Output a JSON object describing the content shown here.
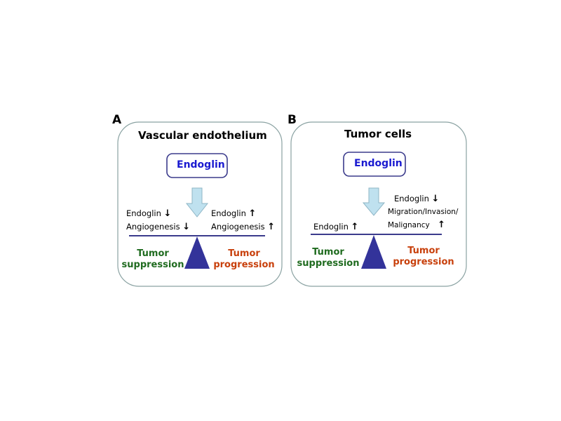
{
  "colors": {
    "panel_border": "#8aa2a2",
    "box_border": "#3b3b8c",
    "endoglin_text": "#1a1ad0",
    "arrow_fill": "#bfe1ef",
    "arrow_stroke": "#8fb6c6",
    "beam": "#3b3b8c",
    "fulcrum": "#33339a",
    "suppression": "#1f6b1f",
    "progression": "#c8400c"
  },
  "panel_a": {
    "letter": "A",
    "title": "Vascular endothelium",
    "box": "Endoglin",
    "left_line1": "Endoglin",
    "left_arrow1": "down",
    "left_line2": "Angiogenesis",
    "left_arrow2": "down",
    "right_line1": "Endoglin",
    "right_arrow1": "up",
    "right_line2": "Angiogenesis",
    "right_arrow2": "up",
    "outcome_left": "Tumor\nsuppression",
    "outcome_right": "Tumor\nprogression"
  },
  "panel_b": {
    "letter": "B",
    "title": "Tumor cells",
    "box": "Endoglin",
    "left_line1": "Endoglin",
    "left_arrow1": "up",
    "right_line1": "Endoglin",
    "right_arrow1": "down",
    "right_line2": "Migration/Invasion/",
    "right_line3": "Malignancy",
    "right_arrow3": "up",
    "outcome_left": "Tumor\nsuppression",
    "outcome_right": "Tumor\nprogression"
  }
}
